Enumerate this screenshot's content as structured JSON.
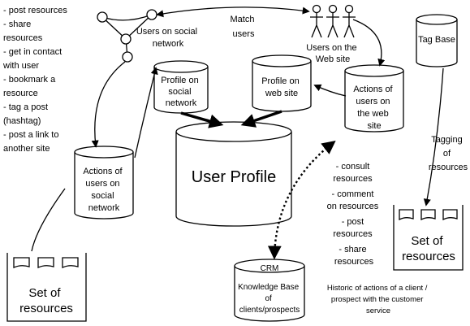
{
  "social_actions_list": [
    "- post resources",
    "- share",
    "resources",
    "- get in contact",
    "with user",
    "- bookmark a",
    "resource",
    "- tag a post",
    "(hashtag)",
    "- post a link to",
    "another site"
  ],
  "users_social_label": [
    "Users on social",
    "network"
  ],
  "match_users_label": [
    "Match",
    "users"
  ],
  "users_web_label": [
    "Users on the",
    "Web site"
  ],
  "tag_base_label": "Tag Base",
  "profile_social_label": [
    "Profile on",
    "social",
    "network"
  ],
  "profile_web_label": [
    "Profile on",
    "web site"
  ],
  "actions_web_label": [
    "Actions of",
    "users on",
    "the web",
    "site"
  ],
  "actions_social_label": [
    "Actions of",
    "users on",
    "social",
    "network"
  ],
  "user_profile_label": "User Profile",
  "tagging_label": [
    "Tagging",
    "of",
    "resources"
  ],
  "web_actions_list": [
    "- consult",
    "resources",
    "- comment",
    "on resources",
    "- post",
    "resources",
    "- share",
    "resources"
  ],
  "set_resources_right_label": [
    "Set of",
    "resources"
  ],
  "set_resources_left_label": [
    "Set of",
    "resources"
  ],
  "crm_label": "CRM",
  "knowledge_base_label": [
    "Knowledge Base",
    "of",
    "clients/prospects"
  ],
  "historic_label": [
    "Historic of actions of a client /",
    "prospect with the customer",
    "service"
  ]
}
